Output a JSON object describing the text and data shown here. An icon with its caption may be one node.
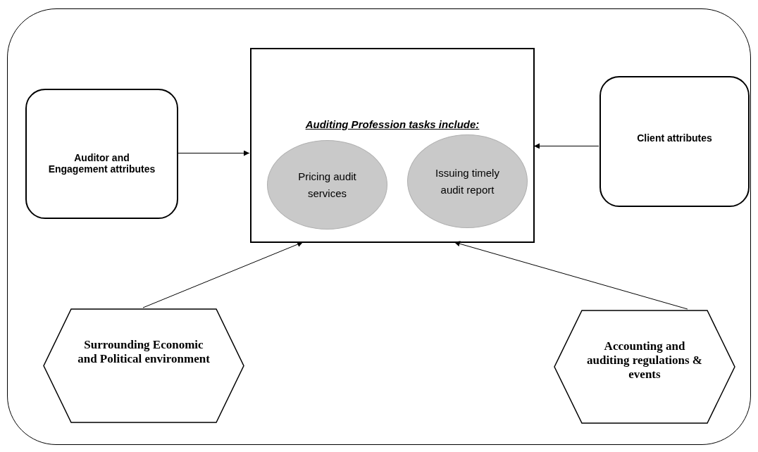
{
  "diagram": {
    "nodes": [
      {
        "text": [],
        "shape": "box"
      },
      {
        "text": [
          "Auditing Profession tasks include:"
        ],
        "in": 0
      },
      {
        "text": [
          "Pricing audit services"
        ],
        "in": 1
      },
      {
        "text": [
          "Issuing timely audit report"
        ],
        "in": 1
      },
      {
        "text": [
          "Auditor and Engagement attributes"
        ],
        "in": 0
      },
      {
        "text": [
          "Client attributes"
        ],
        "in": 0
      },
      {
        "text": [
          "Surrounding Economic and Political environment"
        ],
        "in": 0
      },
      {
        "text": [
          "Accounting and auditing regulations & events"
        ],
        "in": 0
      }
    ],
    "edges": [
      {
        "from": 4,
        "to": 1,
        "arrow": "to"
      },
      {
        "from": 5,
        "to": 1,
        "arrow": "to"
      },
      {
        "from": 6,
        "to": 1,
        "arrow": "to"
      },
      {
        "from": 7,
        "to": 1,
        "arrow": "to"
      }
    ]
  }
}
